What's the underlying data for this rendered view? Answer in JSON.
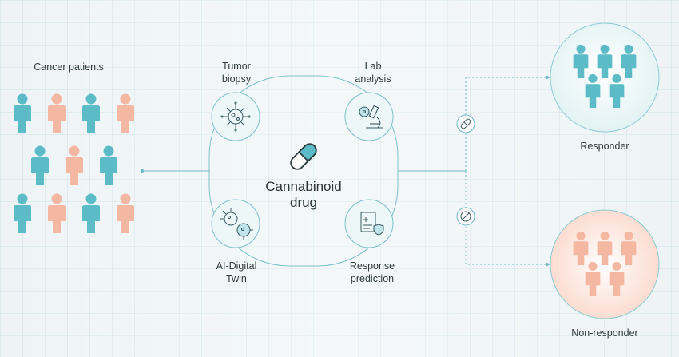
{
  "labels": {
    "cancer_patients": "Cancer patients",
    "tumor_biopsy": [
      "Tumor",
      "biopsy"
    ],
    "lab_analysis": [
      "Lab",
      "analysis"
    ],
    "ai_digital_twin": [
      "AI-Digital",
      "Twin"
    ],
    "response_prediction": [
      "Response",
      "prediction"
    ],
    "drug": [
      "Cannabinoid",
      "drug"
    ],
    "responder": "Responder",
    "non_responder": "Non-responder"
  },
  "icons": {
    "step_1": "tumor-cell-icon",
    "step_2": "microscope-icon",
    "step_3": "digital-twin-cell-icon",
    "step_4": "prediction-report-icon",
    "center": "pill-icon",
    "responder_path": "pill-icon",
    "non_responder_path": "no-entry-icon"
  },
  "colors": {
    "teal": "#5bbcc8",
    "salmon": "#f4b7a2",
    "line": "#6fb9c6",
    "text": "#2f3a3d",
    "responder_bg": "#e7f5f6",
    "non_responder_bg": "#fde4dc"
  },
  "groups": {
    "cancer_patients": [
      "teal",
      "salmon",
      "teal",
      "salmon",
      "teal",
      "salmon",
      "teal",
      "teal",
      "salmon",
      "teal",
      "salmon"
    ],
    "responder": [
      "teal",
      "teal",
      "teal",
      "teal",
      "teal"
    ],
    "non_responder": [
      "salmon",
      "salmon",
      "salmon",
      "salmon",
      "salmon"
    ]
  }
}
